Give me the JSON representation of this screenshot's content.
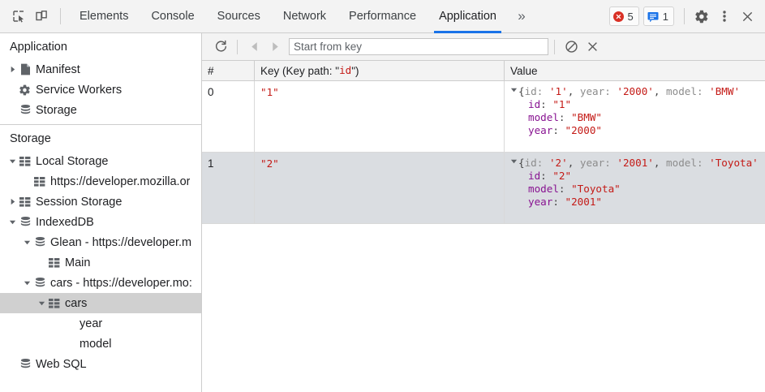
{
  "toolbar": {
    "inspect_icon": "inspect-element-icon",
    "device_icon": "device-toolbar-icon",
    "tabs": [
      {
        "label": "Elements",
        "selected": false
      },
      {
        "label": "Console",
        "selected": false
      },
      {
        "label": "Sources",
        "selected": false
      },
      {
        "label": "Network",
        "selected": false
      },
      {
        "label": "Performance",
        "selected": false
      },
      {
        "label": "Application",
        "selected": true
      }
    ],
    "more_tabs_label": "»",
    "error_count": "5",
    "message_count": "1",
    "settings_icon": "gear-icon",
    "menu_icon": "kebab-menu-icon",
    "close_icon": "close-icon",
    "accent_color": "#1a73e8",
    "error_color": "#d93025"
  },
  "sidebar": {
    "application_section": {
      "title": "Application",
      "items": [
        {
          "label": "Manifest",
          "icon": "manifest-document-icon",
          "twisty": "collapsed",
          "indent": 0
        },
        {
          "label": "Service Workers",
          "icon": "gear-icon",
          "twisty": "none",
          "indent": 0
        },
        {
          "label": "Storage",
          "icon": "database-icon",
          "twisty": "none",
          "indent": 0
        }
      ]
    },
    "storage_section": {
      "title": "Storage",
      "items": [
        {
          "label": "Local Storage",
          "icon": "table-icon",
          "twisty": "expanded",
          "indent": 0,
          "selected": false
        },
        {
          "label": "https://developer.mozilla.or",
          "icon": "table-icon",
          "twisty": "none",
          "indent": 1,
          "selected": false
        },
        {
          "label": "Session Storage",
          "icon": "table-icon",
          "twisty": "collapsed",
          "indent": 0,
          "selected": false
        },
        {
          "label": "IndexedDB",
          "icon": "database-icon",
          "twisty": "expanded",
          "indent": 0,
          "selected": false
        },
        {
          "label": "Glean - https://developer.m",
          "icon": "database-icon",
          "twisty": "expanded",
          "indent": 1,
          "selected": false
        },
        {
          "label": "Main",
          "icon": "table-icon",
          "twisty": "none",
          "indent": 2,
          "selected": false
        },
        {
          "label": "cars - https://developer.mo:",
          "icon": "database-icon",
          "twisty": "expanded",
          "indent": 1,
          "selected": false
        },
        {
          "label": "cars",
          "icon": "table-icon",
          "twisty": "expanded",
          "indent": 2,
          "selected": true
        },
        {
          "label": "year",
          "icon": "none",
          "twisty": "none",
          "indent": 3,
          "selected": false
        },
        {
          "label": "model",
          "icon": "none",
          "twisty": "none",
          "indent": 3,
          "selected": false
        },
        {
          "label": "Web SQL",
          "icon": "database-icon",
          "twisty": "none",
          "indent": 0,
          "selected": false
        }
      ]
    }
  },
  "main": {
    "toolbar": {
      "refresh_icon": "refresh-icon",
      "prev_icon": "previous-page-icon",
      "next_icon": "next-page-icon",
      "start_from_key_value": "",
      "start_from_key_placeholder": "Start from key",
      "clear_all_icon": "clear-all-icon",
      "delete_selected_icon": "delete-selected-icon"
    },
    "grid": {
      "columns": [
        {
          "key": "index",
          "label": "#"
        },
        {
          "key": "key",
          "label_prefix": "Key (Key path: \"",
          "label_code": "id",
          "label_suffix": "\")"
        },
        {
          "key": "value",
          "label": "Value"
        }
      ],
      "rows": [
        {
          "index": "0",
          "key": "\"1\"",
          "preview": {
            "open": "{",
            "entries": [
              {
                "name": "id",
                "value": "'1'"
              },
              {
                "name": "year",
                "value": "'2000'"
              },
              {
                "name": "model",
                "value": "'BMW'"
              }
            ]
          },
          "properties": [
            {
              "name": "id",
              "value": "\"1\""
            },
            {
              "name": "model",
              "value": "\"BMW\""
            },
            {
              "name": "year",
              "value": "\"2000\""
            }
          ],
          "expanded": true,
          "selected": false
        },
        {
          "index": "1",
          "key": "\"2\"",
          "preview": {
            "open": "{",
            "entries": [
              {
                "name": "id",
                "value": "'2'"
              },
              {
                "name": "year",
                "value": "'2001'"
              },
              {
                "name": "model",
                "value": "'Toyota'"
              }
            ]
          },
          "properties": [
            {
              "name": "id",
              "value": "\"2\""
            },
            {
              "name": "model",
              "value": "\"Toyota\""
            },
            {
              "name": "year",
              "value": "\"2001\""
            }
          ],
          "expanded": true,
          "selected": true
        }
      ]
    }
  }
}
